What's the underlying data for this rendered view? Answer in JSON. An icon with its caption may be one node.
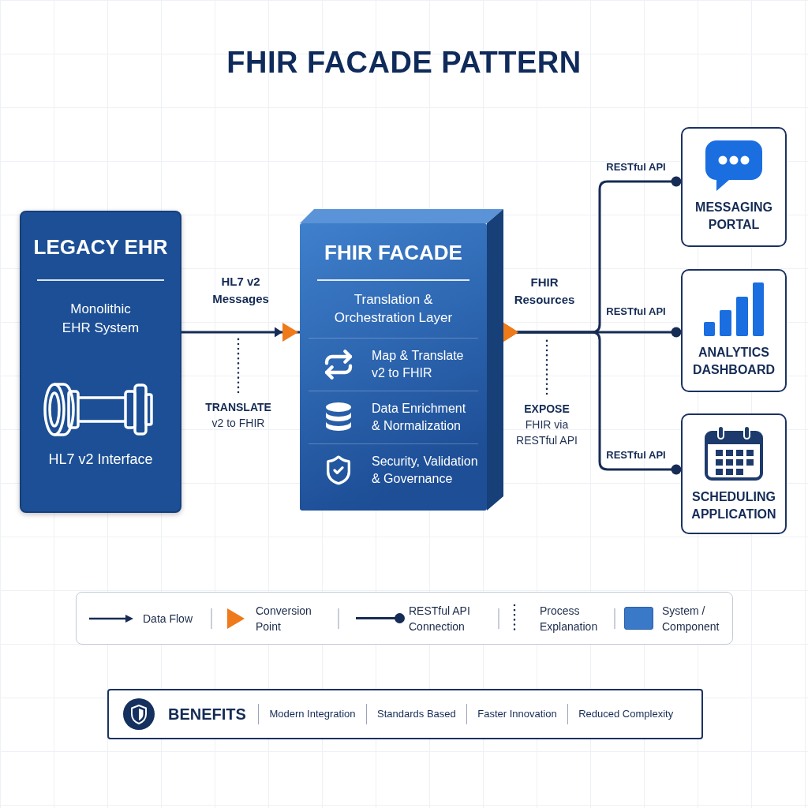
{
  "diagram": {
    "title": "FHIR FACADE PATTERN",
    "nodes": [
      {
        "text": [
          "LEGACY EHR",
          "Monolithic EHR System",
          "HL7 v2 Interface"
        ]
      },
      {
        "text": [
          "FHIR FACADE",
          "Translation & Orchestration Layer"
        ]
      },
      {
        "text": [
          "Map & Translate v2 to FHIR"
        ],
        "in": 1
      },
      {
        "text": [
          "Data Enrichment & Normalization"
        ],
        "in": 1
      },
      {
        "text": [
          "Security, Validation & Governance"
        ],
        "in": 1
      },
      {
        "text": [
          "MESSAGING PORTAL"
        ]
      },
      {
        "text": [
          "ANALYTICS DASHBOARD"
        ]
      },
      {
        "text": [
          "SCHEDULING APPLICATION"
        ]
      },
      {
        "text": [
          "TRANSLATE",
          "v2 to FHIR"
        ]
      },
      {
        "text": [
          "EXPOSE",
          "FHIR via RESTful API"
        ]
      },
      {
        "text": [
          "BENEFITS",
          "Modern Integration",
          "Standards Based",
          "Faster Innovation",
          "Reduced Complexity"
        ]
      }
    ],
    "edges": [
      {
        "from": 0,
        "to": 1,
        "arrow": "to",
        "label": "HL7 v2 Messages"
      },
      {
        "from": 1,
        "to": 5,
        "arrow": "other",
        "label": "RESTful API"
      },
      {
        "from": 1,
        "to": 6,
        "arrow": "other",
        "label": "RESTful API"
      },
      {
        "from": 1,
        "to": 7,
        "arrow": "other",
        "label": "RESTful API"
      },
      {
        "from": 8,
        "to": null,
        "arrow": "none",
        "style": "dashed"
      },
      {
        "from": 9,
        "to": null,
        "arrow": "none",
        "style": "dashed"
      }
    ],
    "labels": [
      "FHIR Resources"
    ],
    "legend": [
      {
        "text": "Data Flow"
      },
      {
        "text": "Conversion Point"
      },
      {
        "text": "RESTful API Connection"
      },
      {
        "text": "Process Explanation"
      },
      {
        "text": "System / Component",
        "color": "#3a78c8"
      }
    ]
  }
}
